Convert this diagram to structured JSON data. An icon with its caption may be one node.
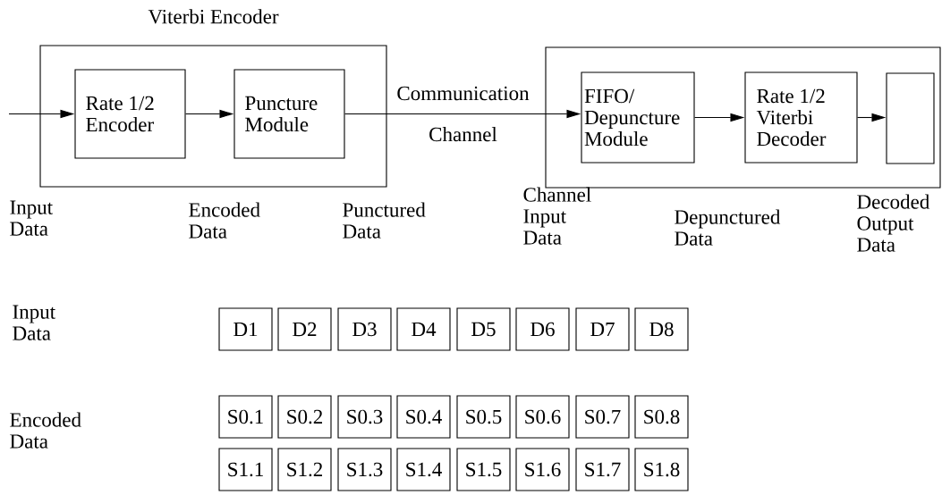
{
  "diagram": {
    "nodes": [
      {
        "text": [
          "Viterbi Encoder"
        ]
      },
      {
        "text": [
          "Rate 1/2 Encoder"
        ],
        "in": 0
      },
      {
        "text": [
          "Puncture Module"
        ],
        "in": 0
      },
      {
        "text": [],
        "shape": "box"
      },
      {
        "text": [
          "FIFO/ Depuncture Module"
        ],
        "in": 3
      },
      {
        "text": [
          "Rate 1/2 Viterbi Decoder"
        ],
        "in": 3
      },
      {
        "text": [],
        "shape": "box",
        "in": 3
      },
      {
        "text": [
          "D1"
        ]
      },
      {
        "text": [
          "D2"
        ]
      },
      {
        "text": [
          "D3"
        ]
      },
      {
        "text": [
          "D4"
        ]
      },
      {
        "text": [
          "D5"
        ]
      },
      {
        "text": [
          "D6"
        ]
      },
      {
        "text": [
          "D7"
        ]
      },
      {
        "text": [
          "D8"
        ]
      },
      {
        "text": [
          "S0.1"
        ]
      },
      {
        "text": [
          "S0.2"
        ]
      },
      {
        "text": [
          "S0.3"
        ]
      },
      {
        "text": [
          "S0.4"
        ]
      },
      {
        "text": [
          "S0.5"
        ]
      },
      {
        "text": [
          "S0.6"
        ]
      },
      {
        "text": [
          "S0.7"
        ]
      },
      {
        "text": [
          "S0.8"
        ]
      },
      {
        "text": [
          "S1.1"
        ]
      },
      {
        "text": [
          "S1.2"
        ]
      },
      {
        "text": [
          "S1.3"
        ]
      },
      {
        "text": [
          "S1.4"
        ]
      },
      {
        "text": [
          "S1.5"
        ]
      },
      {
        "text": [
          "S1.6"
        ]
      },
      {
        "text": [
          "S1.7"
        ]
      },
      {
        "text": [
          "S1.8"
        ]
      }
    ],
    "edges": [
      {
        "from": null,
        "to": 1,
        "arrow": "to"
      },
      {
        "from": 1,
        "to": 2,
        "arrow": "to"
      },
      {
        "from": 2,
        "to": 4,
        "arrow": "to",
        "label": "Communication Channel"
      },
      {
        "from": 4,
        "to": 5,
        "arrow": "to"
      },
      {
        "from": 5,
        "to": 6,
        "arrow": "to"
      }
    ],
    "labels": [
      "Input Data",
      "Encoded Data",
      "Punctured Data",
      "Channel Input Data",
      "Depunctured Data",
      "Decoded Output Data",
      "Input Data",
      "Encoded Data"
    ]
  }
}
